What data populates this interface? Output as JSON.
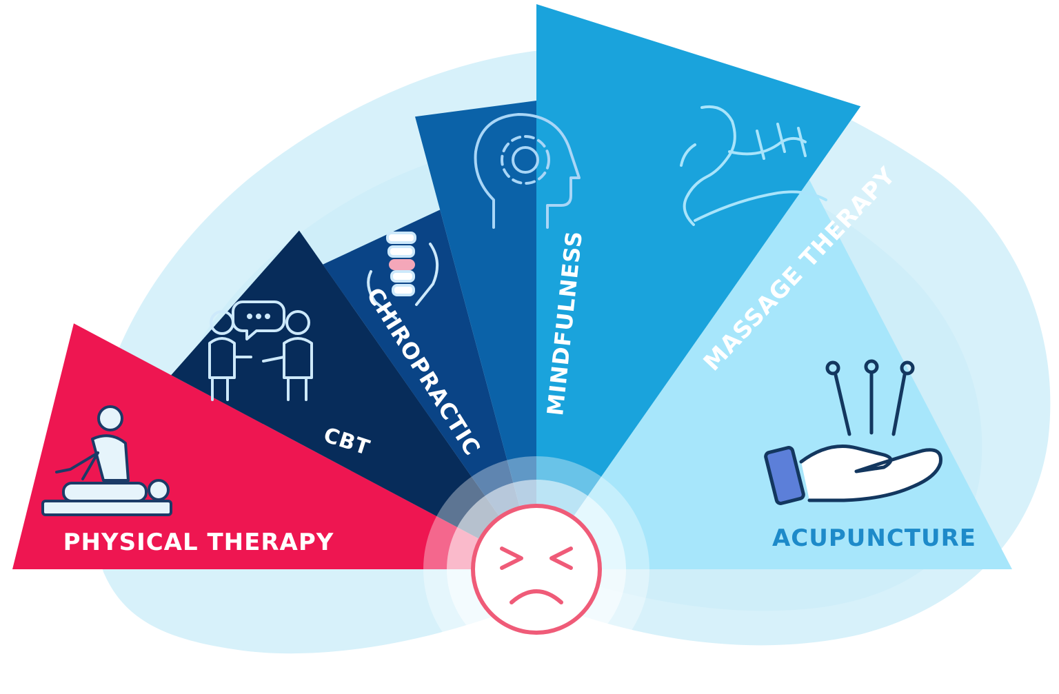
{
  "diagram": {
    "segments": [
      {
        "id": "physical-therapy",
        "label": "PHYSICAL THERAPY",
        "color": "#ee1651",
        "text_color": "#ffffff",
        "icon": "physical-therapy-icon"
      },
      {
        "id": "cbt",
        "label": "CBT",
        "color": "#072c5a",
        "text_color": "#ffffff",
        "icon": "conversation-icon"
      },
      {
        "id": "chiropractic",
        "label": "CHIROPRACTIC",
        "color": "#0a4486",
        "text_color": "#ffffff",
        "icon": "spine-hands-icon"
      },
      {
        "id": "mindfulness",
        "label": "MINDFULNESS",
        "color": "#0b62a8",
        "text_color": "#ffffff",
        "icon": "head-gear-icon"
      },
      {
        "id": "massage-therapy",
        "label": "MASSAGE THERAPY",
        "color": "#1aa3dc",
        "text_color": "#ffffff",
        "icon": "massage-icon"
      },
      {
        "id": "acupuncture",
        "label": "ACUPUNCTURE",
        "color": "#a7e6fb",
        "text_color": "#1d8ac9",
        "icon": "acupuncture-hand-icon"
      }
    ],
    "center": {
      "icon": "pain-face-icon",
      "color": "#ef5b78"
    },
    "background_color": "#d7f1fa"
  }
}
